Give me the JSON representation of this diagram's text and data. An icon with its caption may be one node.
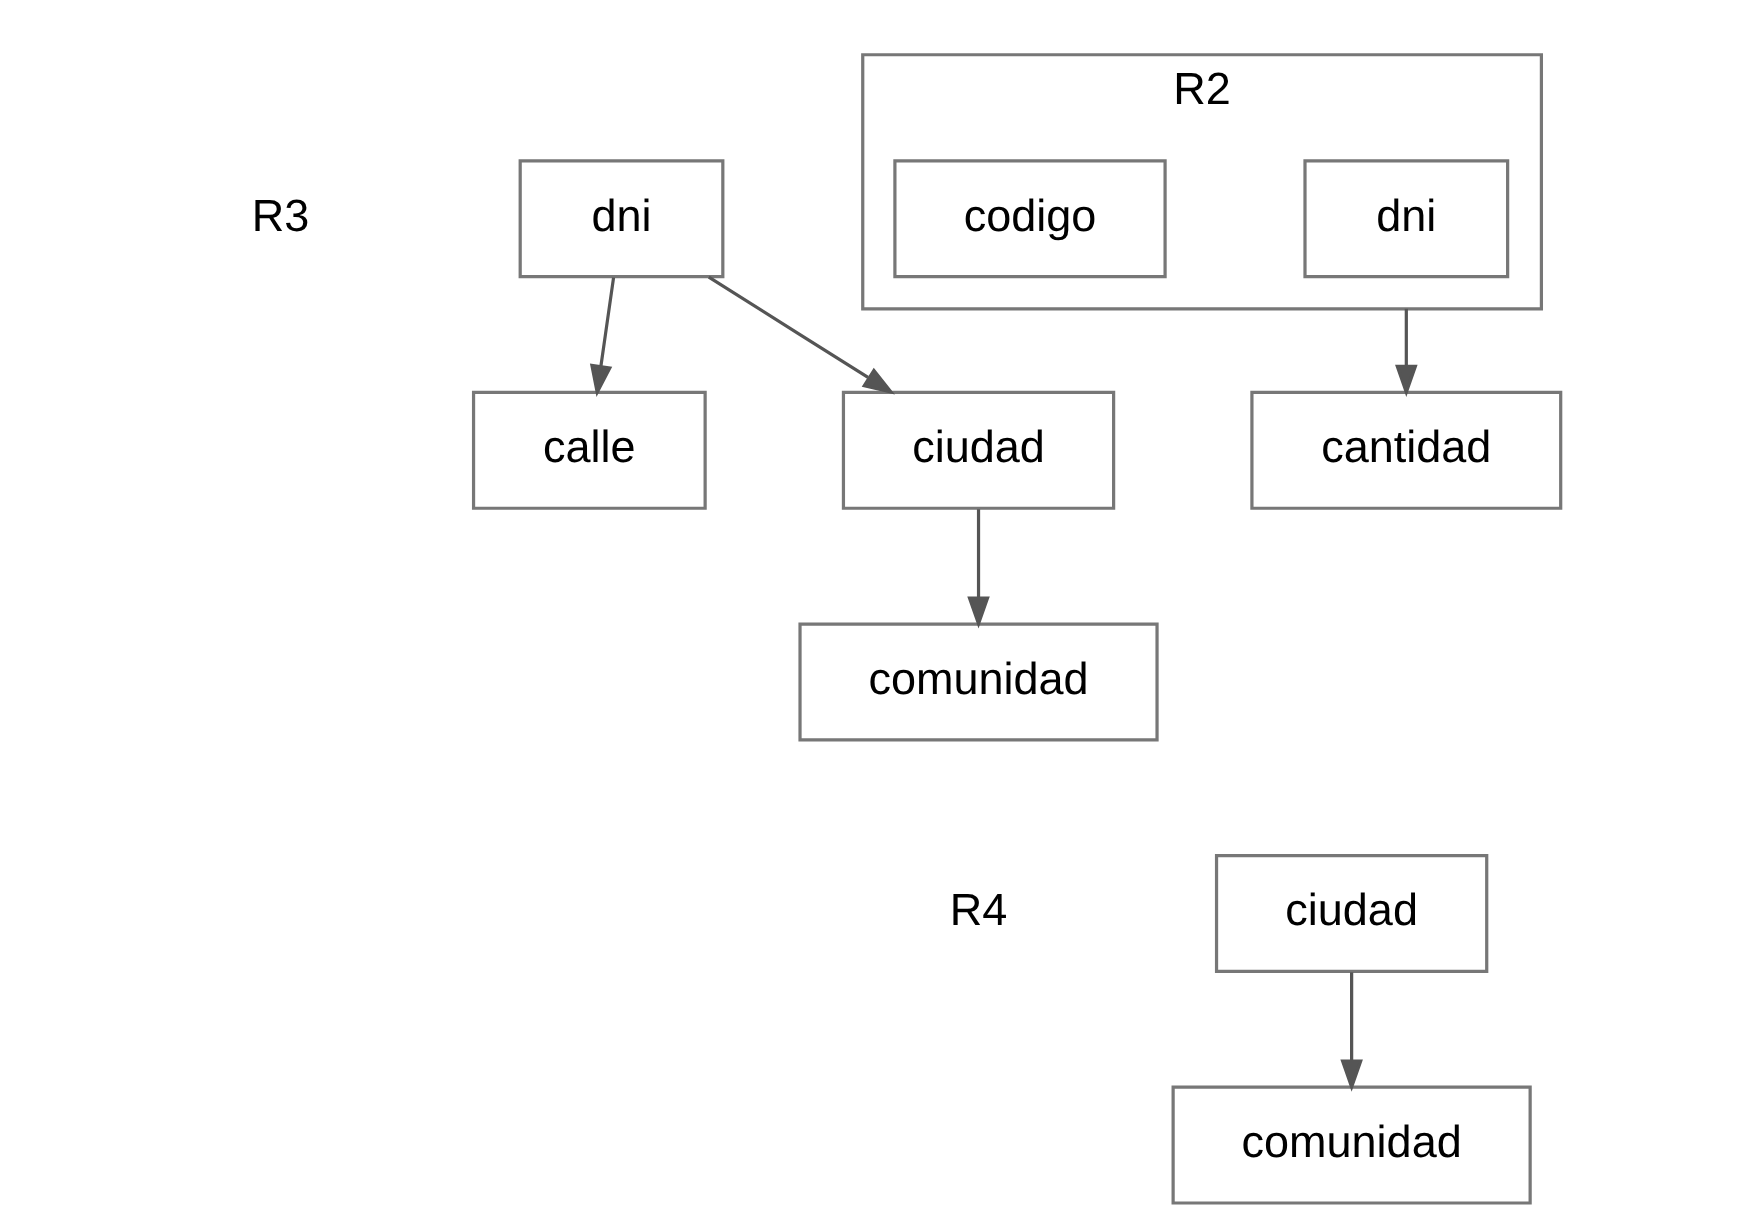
{
  "diagram": {
    "nodes": [
      {
        "text": [
          "dni"
        ]
      },
      {
        "text": [
          "calle"
        ]
      },
      {
        "text": [
          "ciudad"
        ]
      },
      {
        "text": [
          "comunidad"
        ]
      },
      {
        "text": [
          "R2"
        ]
      },
      {
        "text": [
          "dni"
        ],
        "in": 4
      },
      {
        "text": [
          "codigo"
        ],
        "in": 4
      },
      {
        "text": [
          "cantidad"
        ]
      },
      {
        "text": [
          "ciudad"
        ]
      },
      {
        "text": [
          "comunidad"
        ]
      }
    ],
    "edges": [
      {
        "from": 0,
        "to": 1,
        "arrow": "to"
      },
      {
        "from": 0,
        "to": 2,
        "arrow": "to"
      },
      {
        "from": 2,
        "to": 3,
        "arrow": "to"
      },
      {
        "from": 4,
        "to": 7,
        "arrow": "to"
      },
      {
        "from": 8,
        "to": 9,
        "arrow": "to"
      }
    ],
    "labels": [
      "R3",
      "R4"
    ]
  }
}
